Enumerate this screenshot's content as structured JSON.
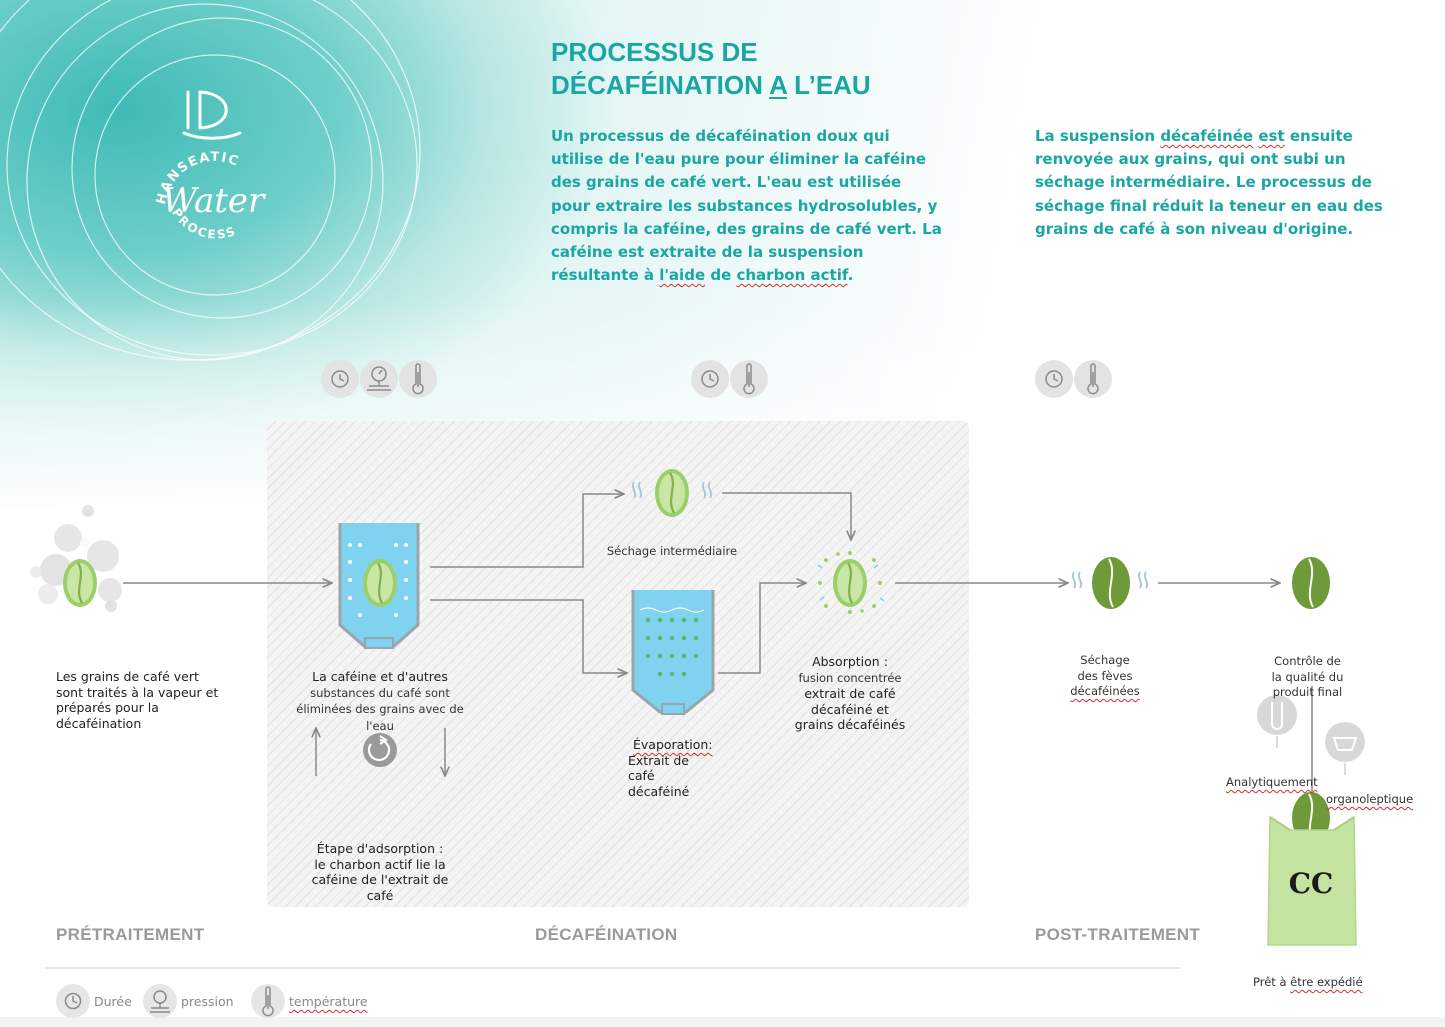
{
  "title": {
    "line1": "PROCESSUS DE",
    "line2_part1": "DÉCAFÉINATION ",
    "line2_a": "A",
    "line2_part2": " L’EAU"
  },
  "logo": {
    "word1": "HANSEATIC",
    "word2": "Water",
    "word3": "PROCESS"
  },
  "intro_left": {
    "line1": "Un processus de décaféination doux qui",
    "line2": "utilise de l'eau pure pour éliminer la caféine",
    "line3": "des grains de café vert. L'eau est utilisée",
    "line4": "pour extraire les substances hydrosolubles, y",
    "line5": "compris la caféine, des grains de café vert. La",
    "line6": "caféine est extraite de la suspension",
    "line7_a": "résultante à ",
    "line7_b": "l'aide",
    "line7_c": " de ",
    "line7_d": "charbon actif",
    "line7_e": "."
  },
  "intro_right": {
    "line1_a": "La suspension ",
    "line1_b": "décaféinée",
    "line1_c": " ",
    "line1_d": "est",
    "line1_e": " ensuite",
    "line2": "renvoyée aux grains, qui ont subi un",
    "line3": "séchage intermédiaire. Le processus de",
    "line4": "séchage final réduit la teneur en eau des",
    "line5": "grains de café à son niveau d'origine."
  },
  "steps": {
    "pretreatment": [
      "Les grains de café vert",
      "sont traités à la vapeur et",
      "préparés pour la",
      "décaféination"
    ],
    "extraction": [
      "La caféine et d'autres",
      "substances du café sont",
      "éliminées des grains avec de",
      "l'eau"
    ],
    "adsorption": [
      "Étape d'adsorption :",
      "le charbon actif lie la",
      "caféine de l'extrait de",
      "café"
    ],
    "intermediate_drying": "Séchage intermédiaire",
    "evaporation_title": "Évaporation:",
    "evaporation": [
      "Extrait de",
      "café",
      "décaféiné"
    ],
    "absorption": [
      "Absorption :",
      "fusion concentrée",
      "extrait de café",
      "décaféiné et",
      "grains décaféinés"
    ],
    "drying": [
      "Séchage",
      "des fèves"
    ],
    "drying_last": "décaféinées",
    "quality": [
      "Contrôle de",
      "la qualité du",
      "produit final"
    ],
    "analytic": "Analytiquement",
    "organoleptic": "organoleptique",
    "ready_a": "Prêt à ",
    "ready_b": "être expédié"
  },
  "sections": {
    "pre": "PRÉTRAITEMENT",
    "decaf": "DÉCAFÉINATION",
    "post": "POST-TRAITEMENT"
  },
  "legend": {
    "duration": "Durée",
    "pressure": "pression",
    "temperature": "température"
  },
  "bag_logo": "CC",
  "colors": {
    "teal": "#1aa6a3",
    "bean_green": "#8dc35a",
    "bean_dark": "#6f9a3a",
    "water_blue": "#7fd3ef",
    "bag_green": "#c5e3a0",
    "gray_text": "#9a9a9a"
  }
}
